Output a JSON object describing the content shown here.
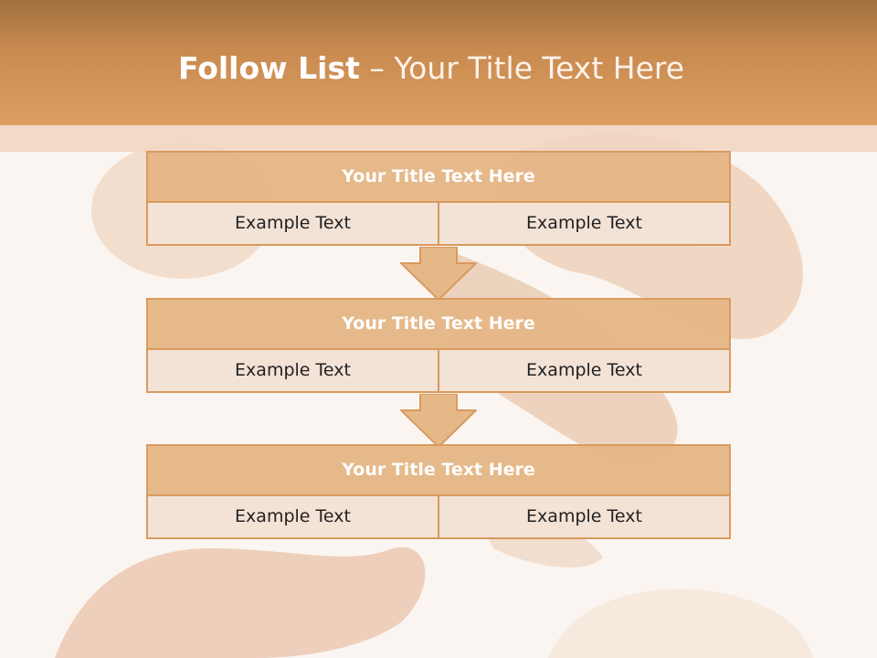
{
  "slide": {
    "title_bold": "Follow List",
    "title_rest": "  – Your Title Text Here"
  },
  "blocks": [
    {
      "title": "Your Title Text Here",
      "left": "Example Text",
      "right": "Example Text"
    },
    {
      "title": "Your Title Text Here",
      "left": "Example Text",
      "right": "Example Text"
    },
    {
      "title": "Your Title Text Here",
      "left": "Example Text",
      "right": "Example Text"
    }
  ],
  "colors": {
    "header": "#c98a4f",
    "box_fill": "#e6b888",
    "cell_fill": "#f3e2d6",
    "border": "#d89a5e"
  }
}
